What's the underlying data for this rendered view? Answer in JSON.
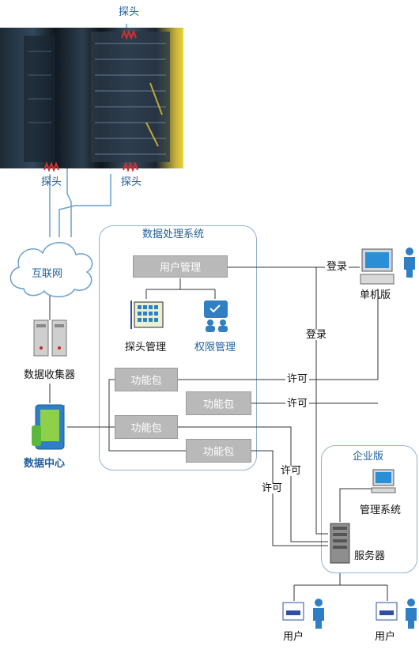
{
  "top": {
    "probe_top": "探头",
    "probe_left": "探头",
    "probe_right": "探头"
  },
  "left": {
    "internet": "互联网",
    "collector": "数据收集器",
    "data_center": "数据中心"
  },
  "processing": {
    "title": "数据处理系统",
    "user_mgmt": "用户管理",
    "probe_mgmt": "探头管理",
    "perm_mgmt": "权限管理",
    "packages": [
      "功能包",
      "功能包",
      "功能包",
      "功能包"
    ]
  },
  "standalone": {
    "label": "单机版",
    "login_top": "登录",
    "login_mid": "登录"
  },
  "licenses": [
    "许可",
    "许可",
    "许可",
    "许可"
  ],
  "enterprise": {
    "title": "企业版",
    "mgmt_system": "管理系统",
    "server": "服务器"
  },
  "users": [
    "用户",
    "用户"
  ],
  "colors": {
    "accent": "#1f5f9f",
    "box_border": "#8fb3d6",
    "package": "#b9b9b9",
    "probe": "#d13030"
  }
}
